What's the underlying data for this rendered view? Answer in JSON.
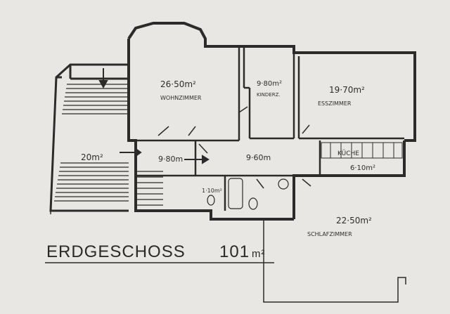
{
  "colors": {
    "paper": "#e9e7e3",
    "ink": "#2b2b2b"
  },
  "floor": {
    "title": "ERDGESCHOSS",
    "total_area": "101",
    "total_unit": "m²"
  },
  "rooms": [
    {
      "id": "wohnzimmer",
      "area": "26·50m²",
      "name": "WOHNZIMMER"
    },
    {
      "id": "kinder",
      "area": "9·80m²",
      "name": "KINDERZ."
    },
    {
      "id": "esszimmer",
      "area": "19·70m²",
      "name": "ESSZIMMER"
    },
    {
      "id": "treppe",
      "area": "20m²",
      "name": ""
    },
    {
      "id": "diele",
      "area": "9·80m",
      "name": ""
    },
    {
      "id": "flur",
      "area": "9·60m",
      "name": ""
    },
    {
      "id": "kueche",
      "area": "6·10m²",
      "name": "KÜCHE"
    },
    {
      "id": "wc",
      "area": "1·10m²",
      "name": ""
    },
    {
      "id": "bad",
      "area": "",
      "name": ""
    },
    {
      "id": "schlafzimmer",
      "area": "22·50m²",
      "name": "SCHLAFZIMMER"
    }
  ]
}
